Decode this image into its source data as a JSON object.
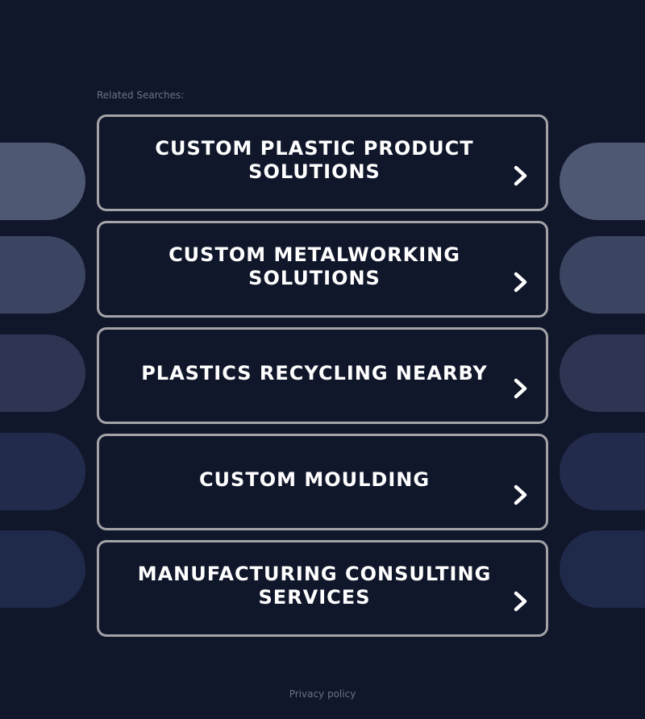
{
  "header": {
    "related_label": "Related Searches:"
  },
  "links": [
    {
      "label": "CUSTOM PLASTIC PRODUCT SOLUTIONS"
    },
    {
      "label": "CUSTOM METALWORKING SOLUTIONS"
    },
    {
      "label": "PLASTICS RECYCLING NEARBY"
    },
    {
      "label": "CUSTOM MOULDING"
    },
    {
      "label": "MANUFACTURING CONSULTING SERVICES"
    }
  ],
  "footer": {
    "privacy": "Privacy policy"
  },
  "colors": {
    "background": "#11172b",
    "pills": [
      "#4f5873",
      "#3b4460",
      "#2d3553",
      "#222b4b",
      "#1f2949"
    ],
    "border": "#a3a3a7"
  }
}
